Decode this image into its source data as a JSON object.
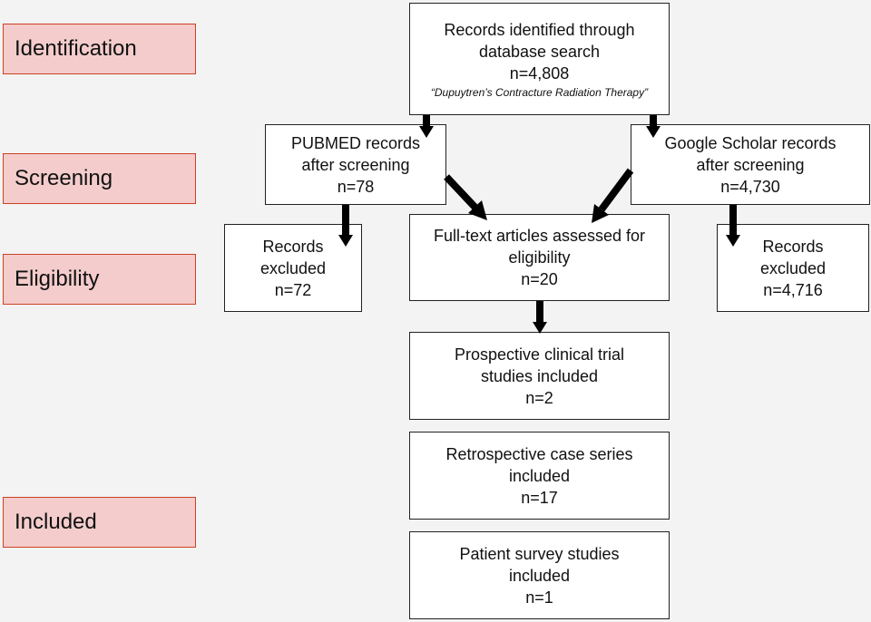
{
  "stages": {
    "identification": "Identification",
    "screening": "Screening",
    "eligibility": "Eligibility",
    "included": "Included"
  },
  "boxes": {
    "records_identified": {
      "lines": [
        "Records identified through",
        "database search",
        "n=4,808"
      ],
      "note": "“Dupuytren’s Contracture Radiation Therapy”"
    },
    "pubmed_screened": {
      "lines": [
        "PUBMED records",
        "after screening",
        "n=78"
      ]
    },
    "scholar_screened": {
      "lines": [
        "Google Scholar records",
        "after screening",
        "n=4,730"
      ]
    },
    "pubmed_excluded": {
      "lines": [
        "Records",
        "excluded",
        "n=72"
      ]
    },
    "scholar_excluded": {
      "lines": [
        "Records",
        "excluded",
        "n=4,716"
      ]
    },
    "fulltext_assessed": {
      "lines": [
        "Full-text articles assessed for",
        "eligibility",
        "n=20"
      ]
    },
    "prospective_included": {
      "lines": [
        "Prospective clinical trial",
        "studies included",
        "n=2"
      ]
    },
    "retrospective_included": {
      "lines": [
        "Retrospective case series",
        "included",
        "n=17"
      ]
    },
    "survey_included": {
      "lines": [
        "Patient survey studies",
        "included",
        "n=1"
      ]
    }
  },
  "colors": {
    "stage_fill": "#f4cccc",
    "stage_border": "#cc4125",
    "box_border": "#222222",
    "arrow": "#000000",
    "background": "#f3f3f3"
  }
}
